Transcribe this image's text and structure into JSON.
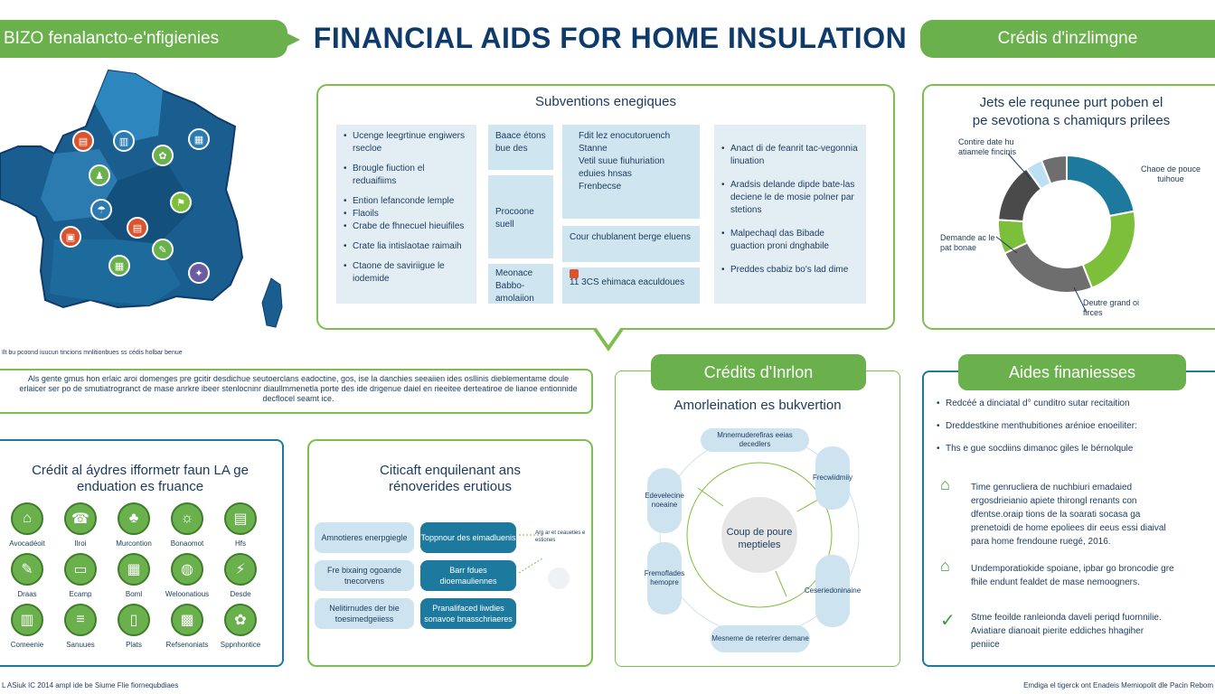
{
  "header": {
    "left_tag": "BIZO fenalancto-e'nfigienies",
    "title": "FINANCIAL AIDS FOR HOME INSULATION",
    "right_tag": "Crédis d'inzlimgne"
  },
  "map": {
    "caption": "Ilt bu pcoond iuucun tincions mnlitionbues ss cédis holbar benue"
  },
  "subventions": {
    "title": "Subventions enegiques",
    "col1": [
      "Ucenge leegrtinue engiwers rsecloe",
      "Brougle fiuction el reduaifiims",
      "Ention lefanconde lemple",
      "Flaoils",
      "Crabe de fhnecuel hieuifiles",
      "Crate lia intislaotae raimaih",
      "Ctaone de saviriigue le iodemide"
    ],
    "col2": [
      "Baace étons bue des",
      "Procoone suell",
      "Meonace Babbo-amolaiion"
    ],
    "col3": [
      "Fdit lez enocutoruench",
      "Stanne",
      "Vetil suue fiuhuriation eduies hnsas",
      "Frenbecse",
      "Cour chublanent berge eluens",
      "11 3CS ehimaca eaculdoues"
    ],
    "col4": [
      "Anact di de feanrit tac-vegonnia linuation",
      "Aradsis delande dipde bate-las deciene le de mosie polner par stetions",
      "Malpechaql das Bibade guaction proni dnghabile",
      "Preddes cbabiz bo's lad dime"
    ]
  },
  "desc": {
    "text": "Als gente gmus hon erlaic aroi domenges pre gcitir desdichue seutoerclans eadoctine, gos, ise la danchies seeaiien ides osllinis dieblementame doule erlaicer ser po de smutiatrogranct de mase anrkre ibeer stenlocninr diaullmmenetla porte des ide drigenue daiel en rieeitee derteatiroe de lianoe entionnide decflocel seamt ice."
  },
  "donut_panel": {
    "title_l1": "Jets ele requnee purt poben el",
    "title_l2": "pe sevotiona s chamiqurs prilees",
    "lbl_tl": "Contire date hu atiamele fincinis",
    "lbl_r": "Chaoe de pouce tuihoue",
    "lbl_l": "Demande ac le pat bonae",
    "lbl_b": "Deutre grand oi firces"
  },
  "chart_data": {
    "type": "pie",
    "donut": true,
    "slices": [
      {
        "value": 22,
        "color": "#1d7a9e"
      },
      {
        "value": 22,
        "color": "#7cbf3a"
      },
      {
        "value": 24,
        "color": "#6e6e6e"
      },
      {
        "value": 8,
        "color": "#7cbf3a"
      },
      {
        "value": 14,
        "color": "#4a4a4a"
      },
      {
        "value": 4,
        "color": "#bcdff2"
      },
      {
        "value": 6,
        "color": "#6e6e6e"
      }
    ]
  },
  "credit_panel": {
    "title_l1": "Crédit al áydres ifformetr faun LA ge",
    "title_l2": "enduation es fruance",
    "icons": [
      {
        "icon": "⌂",
        "label": "Avocadéoit"
      },
      {
        "icon": "☎",
        "label": "Ilroi"
      },
      {
        "icon": "♣",
        "label": "Murcontion"
      },
      {
        "icon": "☼",
        "label": "Bonaomot"
      },
      {
        "icon": "▤",
        "label": "Hfs"
      },
      {
        "icon": "✎",
        "label": "Draas"
      },
      {
        "icon": "▭",
        "label": "Ecamp"
      },
      {
        "icon": "▦",
        "label": "Boml"
      },
      {
        "icon": "◍",
        "label": "Weloonatious"
      },
      {
        "icon": "⚡",
        "label": "Desde"
      },
      {
        "icon": "▥",
        "label": "Comeenie"
      },
      {
        "icon": "≡",
        "label": "Sanuues"
      },
      {
        "icon": "▯",
        "label": "Plats"
      },
      {
        "icon": "▩",
        "label": "Refsenoniats"
      },
      {
        "icon": "✿",
        "label": "Sppnhontice"
      }
    ]
  },
  "middle_panel": {
    "title_l1": "Citicaft enquilenant ans",
    "title_l2": "rénoverides erutious",
    "left": [
      "Amnotieres enerpgiegle",
      "Fre bixaing ogoande tnecorvens",
      "Nelitirnudes der bie toesimedgeiiess"
    ],
    "right": [
      "Toppnour des eimadluenis",
      "Barr fdues dioemauliennes",
      "Pranalifaced liwdies sonavoe bnasschriaeres"
    ],
    "note": "Arg ar et ceaueties e estiones"
  },
  "cycle_panel": {
    "tag": "Crédits d'Inrlon",
    "subtitle": "Amorleination es bukvertion",
    "center": "Coup de poure meptieles",
    "labels": [
      "Mnnemuderefiras eeias decedlers",
      "Frecwiidmiiy",
      "Ceseriedoninaine",
      "Mesneme de reterirer demane",
      "Fremoflades hemopre",
      "Edevelecine noeaine"
    ]
  },
  "aids_panel": {
    "tag": "Aides finaniesses",
    "bullets": [
      "Redcéé a dinciatal d° cunditro sutar recitaition",
      "Dreddestkine menthubitiones arénioe enoeiliter:",
      "Ths e gue socdiins dimanoc giles le bérnolqule"
    ],
    "items": [
      {
        "icon": "⌂",
        "text": "Time genrucliera de nuchbiuri emadaied ergosdrieianio apiete thirongl renants con dfentse.oraip tions de la soarati socasa ga prenetoidi de home epoliees dir eeus essi diaival para home frendoune ruegé, 2016."
      },
      {
        "icon": "⌂",
        "text": "Undemporatiokide spoiane, ipbar go broncodie gre fhile endunt fealdet de mase nemoogners."
      },
      {
        "icon": "✓",
        "text": "Stme feoilde ranleionda daveli periqd fuornnilie. Aviatiare dianoait pierite eddiches hhagiher peniice"
      }
    ]
  },
  "footer": {
    "left": "L ASiuk IC 2014 ampl ide be Siume Flie fiornequbdiaes",
    "right": "Emdiga el tigerck ont Enadeis Memiopolit dle Pacin Rebom"
  }
}
